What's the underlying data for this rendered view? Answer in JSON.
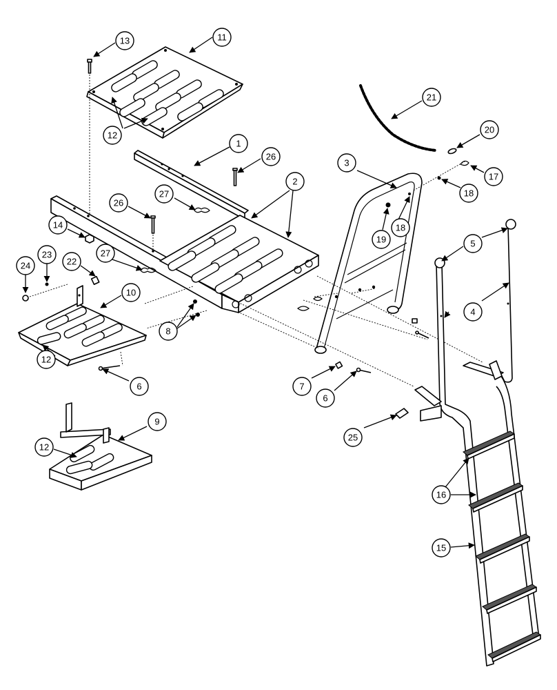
{
  "diagram": {
    "callouts": [
      "13",
      "11",
      "12",
      "1",
      "26",
      "2",
      "3",
      "21",
      "20",
      "17",
      "18",
      "27",
      "26",
      "18",
      "19",
      "14",
      "23",
      "22",
      "24",
      "27",
      "10",
      "8",
      "12",
      "5",
      "4",
      "6",
      "7",
      "6",
      "25",
      "9",
      "12",
      "16",
      "15"
    ]
  }
}
